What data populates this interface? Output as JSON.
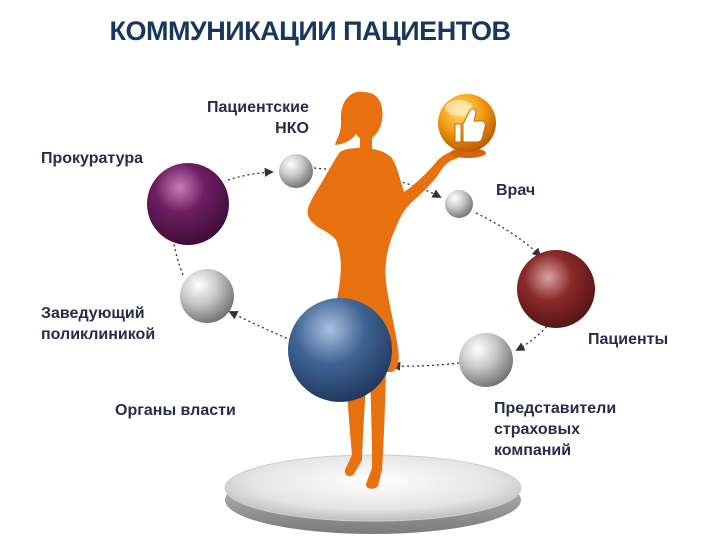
{
  "title": "КОММУНИКАЦИИ ПАЦИЕНТОВ",
  "nodes": {
    "patient_ngo": {
      "line1": "Пациентские",
      "line2": "НКО"
    },
    "prosecutor": {
      "label": "Прокуратура"
    },
    "doctor": {
      "label": "Врач"
    },
    "clinic_head": {
      "line1": "Заведующий",
      "line2": "поликлиникой"
    },
    "patients": {
      "label": "Пациенты"
    },
    "authorities": {
      "label": "Органы власти"
    },
    "insurance": {
      "line1": "Представители",
      "line2": "страховых",
      "line3": "компаний"
    }
  },
  "colors": {
    "title": "#17375e",
    "figure": "#e8700f",
    "purple_sphere": "#6e1f63",
    "red_sphere": "#8c2a2a",
    "blue_sphere": "#3f6494",
    "gray_sphere": "#a8a8a8",
    "thumb_sphere": "#f39a0e"
  },
  "icons": [
    "thumbs-up-icon"
  ]
}
